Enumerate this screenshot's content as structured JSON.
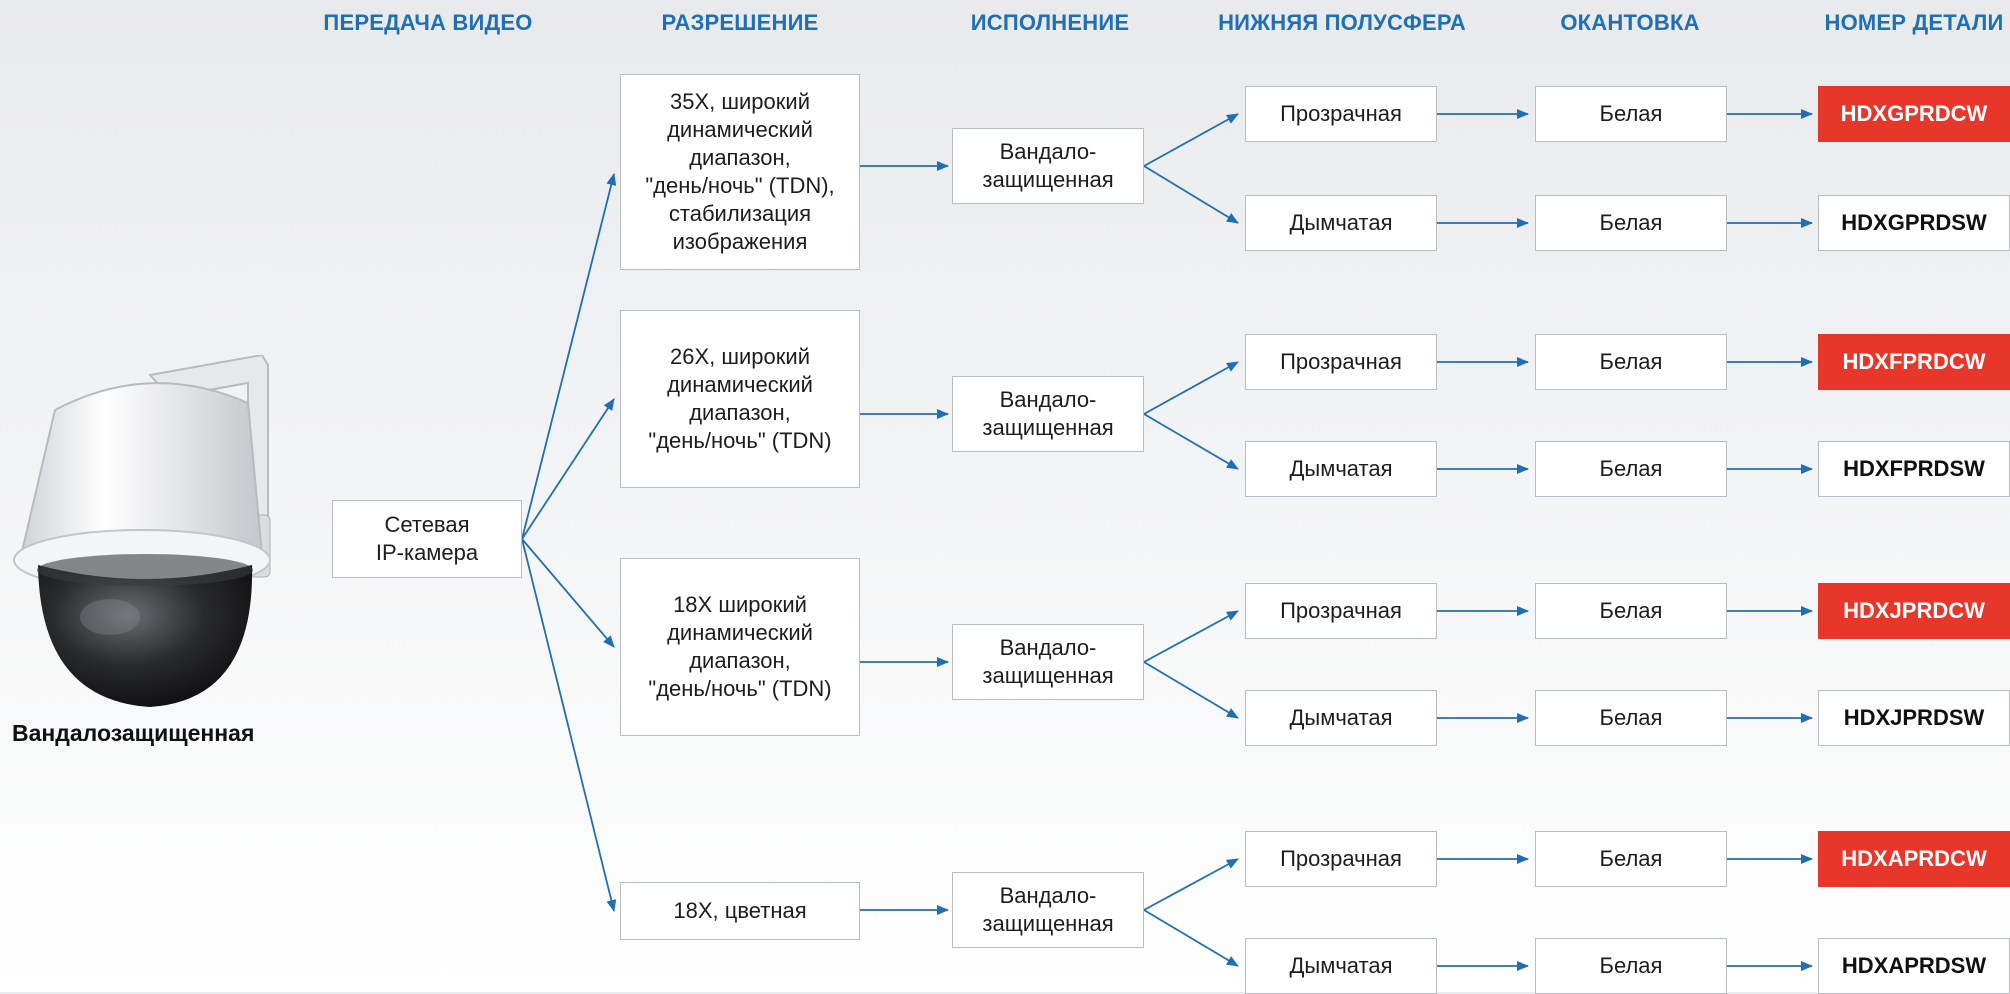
{
  "headers": {
    "video": "ПЕРЕДАЧА ВИДЕО",
    "resolution": "РАЗРЕШЕНИЕ",
    "execution": "ИСПОЛНЕНИЕ",
    "dome": "НИЖНЯЯ ПОЛУСФЕРА",
    "trim": "ОКАНТОВКА",
    "part": "НОМЕР ДЕТАЛИ"
  },
  "camera": {
    "caption": "Вандалозащищенная"
  },
  "source": {
    "label": "Сетевая\nIP-камера"
  },
  "groups": [
    {
      "resolution": "35X, широкий\nдинамический\nдиапазон,\n\"день/ночь\" (TDN),\nстабилизация\nизображения",
      "execution": "Вандало-\nзащищенная",
      "rows": [
        {
          "dome": "Прозрачная",
          "trim": "Белая",
          "part": "HDXGPRDCW",
          "highlight": true
        },
        {
          "dome": "Дымчатая",
          "trim": "Белая",
          "part": "HDXGPRDSW",
          "highlight": false
        }
      ]
    },
    {
      "resolution": "26X, широкий\nдинамический\nдиапазон,\n\"день/ночь\" (TDN)",
      "execution": "Вандало-\nзащищенная",
      "rows": [
        {
          "dome": "Прозрачная",
          "trim": "Белая",
          "part": "HDXFPRDCW",
          "highlight": true
        },
        {
          "dome": "Дымчатая",
          "trim": "Белая",
          "part": "HDXFPRDSW",
          "highlight": false
        }
      ]
    },
    {
      "resolution": "18X широкий\nдинамический\nдиапазон,\n\"день/ночь\" (TDN)",
      "execution": "Вандало-\nзащищенная",
      "rows": [
        {
          "dome": "Прозрачная",
          "trim": "Белая",
          "part": "HDXJPRDCW",
          "highlight": true
        },
        {
          "dome": "Дымчатая",
          "trim": "Белая",
          "part": "HDXJPRDSW",
          "highlight": false
        }
      ]
    },
    {
      "resolution": "18X, цветная",
      "execution": "Вандало-\nзащищенная",
      "rows": [
        {
          "dome": "Прозрачная",
          "trim": "Белая",
          "part": "HDXAPRDCW",
          "highlight": true
        },
        {
          "dome": "Дымчатая",
          "trim": "Белая",
          "part": "HDXAPRDSW",
          "highlight": false
        }
      ]
    }
  ],
  "colors": {
    "accent": "#1f6fb2",
    "highlight": "#e8372a",
    "arrow": "#1f6fb2"
  }
}
